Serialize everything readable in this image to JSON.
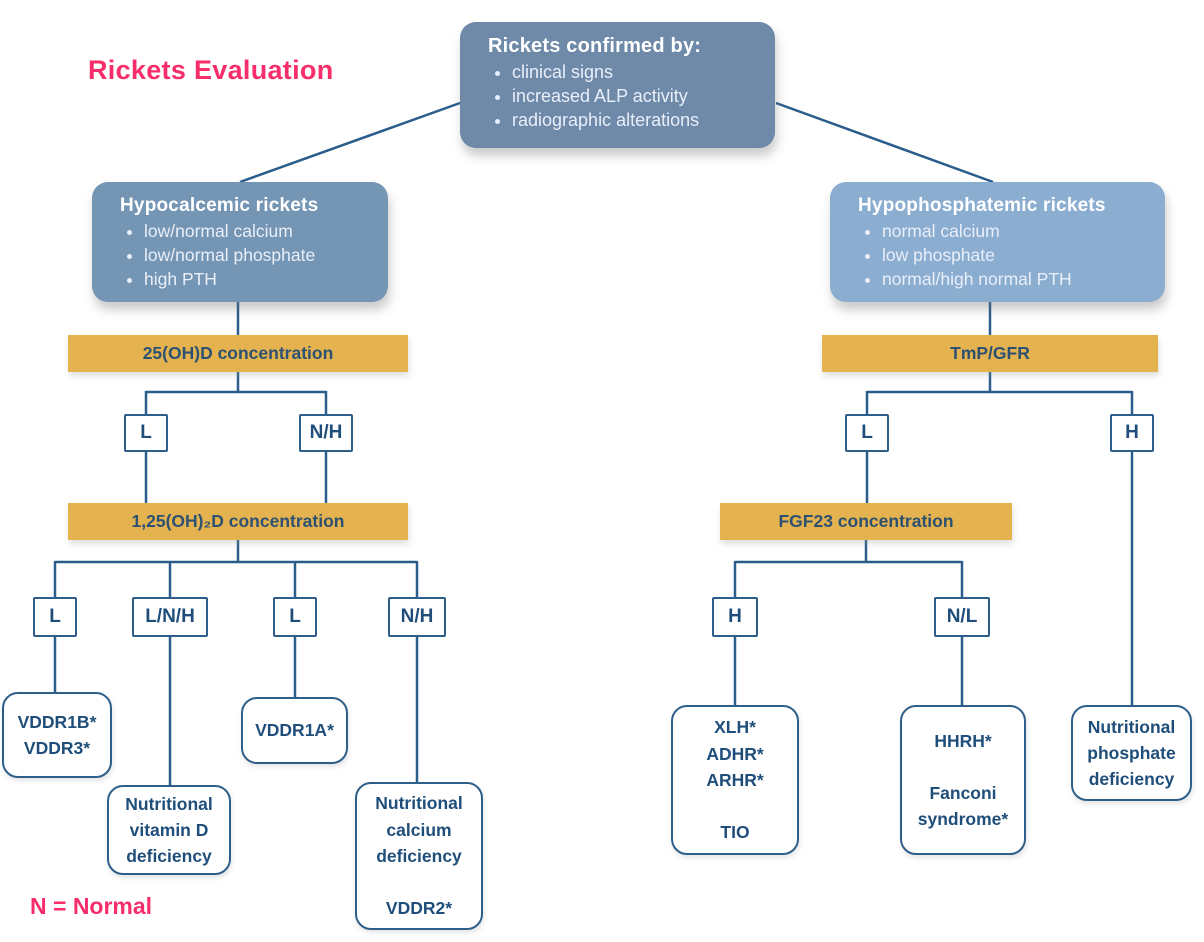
{
  "page_title": "Rickets Evaluation",
  "footnote": "N = Normal",
  "root": {
    "title": "Rickets confirmed by:",
    "bullets": [
      "clinical signs",
      "increased ALP activity",
      "radiographic alterations"
    ]
  },
  "left": {
    "title": "Hypocalcemic rickets",
    "bullets": [
      "low/normal calcium",
      "low/normal phosphate",
      "high PTH"
    ],
    "test1": "25(OH)D concentration",
    "test1_labels": [
      "L",
      "N/H"
    ],
    "test2": "1,25(OH)₂D concentration",
    "test2_labels": [
      "L",
      "L/N/H",
      "L",
      "N/H"
    ],
    "outcomes": [
      {
        "lines": [
          "VDDR1B*",
          "VDDR3*"
        ]
      },
      {
        "lines": [
          "Nutritional",
          "vitamin D",
          "deficiency"
        ]
      },
      {
        "lines": [
          "VDDR1A*"
        ]
      },
      {
        "lines": [
          "Nutritional",
          "calcium",
          "deficiency",
          "",
          "VDDR2*"
        ]
      }
    ]
  },
  "right": {
    "title": "Hypophosphatemic rickets",
    "bullets": [
      "normal calcium",
      "low phosphate",
      "normal/high normal PTH"
    ],
    "test1": "TmP/GFR",
    "test1_labels": [
      "L",
      "H"
    ],
    "test2": "FGF23 concentration",
    "test2_labels": [
      "H",
      "N/L"
    ],
    "outcomes": [
      {
        "lines": [
          "XLH*",
          "ADHR*",
          "ARHR*",
          "",
          "TIO"
        ]
      },
      {
        "lines": [
          "HHRH*",
          "",
          "Fanconi",
          "syndrome*"
        ]
      },
      {
        "lines": [
          "Nutritional",
          "phosphate",
          "deficiency"
        ]
      }
    ]
  },
  "colors": {
    "root_box": "#6e8aa8",
    "left_branch_box": "#7495b3",
    "right_branch_box": "#8badd0",
    "test_bar": "#e4b24e",
    "connector_line": "#2a5d8c",
    "accent_pink": "#f72e6b",
    "dark_blue_text": "#1f4e7a"
  }
}
